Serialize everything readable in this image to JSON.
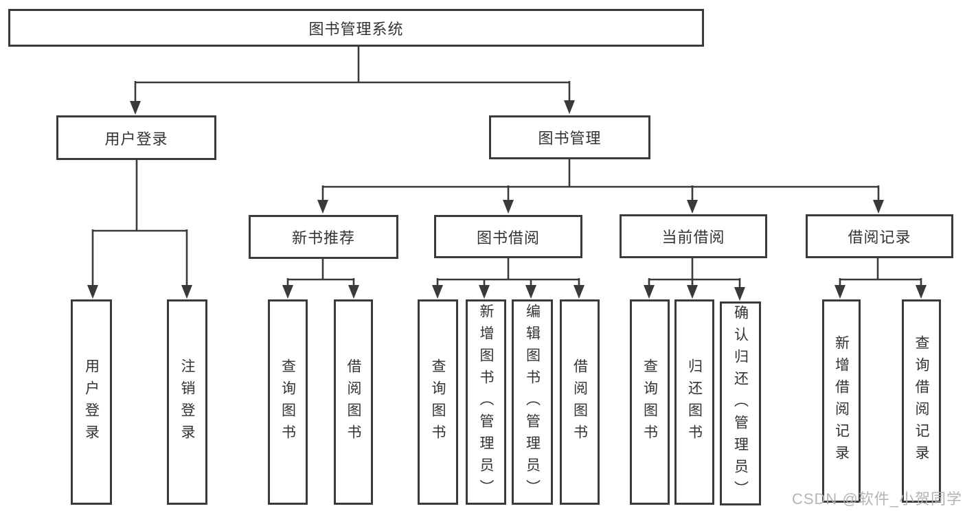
{
  "diagram": {
    "root": {
      "label": "图书管理系统"
    },
    "level2": [
      {
        "id": "user-login",
        "label": "用户登录"
      },
      {
        "id": "book-management",
        "label": "图书管理"
      }
    ],
    "level3": [
      {
        "id": "new-book-recommend",
        "label": "新书推荐"
      },
      {
        "id": "book-borrow",
        "label": "图书借阅"
      },
      {
        "id": "current-borrow",
        "label": "当前借阅"
      },
      {
        "id": "borrow-records",
        "label": "借阅记录"
      }
    ],
    "leaves": [
      {
        "parent": "user-login",
        "label": "用户登录"
      },
      {
        "parent": "user-login",
        "label": "注销登录"
      },
      {
        "parent": "new-book-recommend",
        "label": "查询图书"
      },
      {
        "parent": "new-book-recommend",
        "label": "借阅图书"
      },
      {
        "parent": "book-borrow",
        "label": "查询图书"
      },
      {
        "parent": "book-borrow",
        "label": "新增图书（管理员）"
      },
      {
        "parent": "book-borrow",
        "label": "编辑图书（管理员）"
      },
      {
        "parent": "book-borrow",
        "label": "借阅图书"
      },
      {
        "parent": "current-borrow",
        "label": "查询图书"
      },
      {
        "parent": "current-borrow",
        "label": "归还图书"
      },
      {
        "parent": "current-borrow",
        "label": "确认归还（管理员）"
      },
      {
        "parent": "borrow-records",
        "label": "新增借阅记录"
      },
      {
        "parent": "borrow-records",
        "label": "查询借阅记录"
      }
    ]
  },
  "watermark": {
    "text": "CSDN @软件_小贺同学"
  },
  "colors": {
    "line": "#3a3a3a",
    "text": "#333333",
    "background": "#ffffff",
    "watermark": "#b0b0b0"
  }
}
